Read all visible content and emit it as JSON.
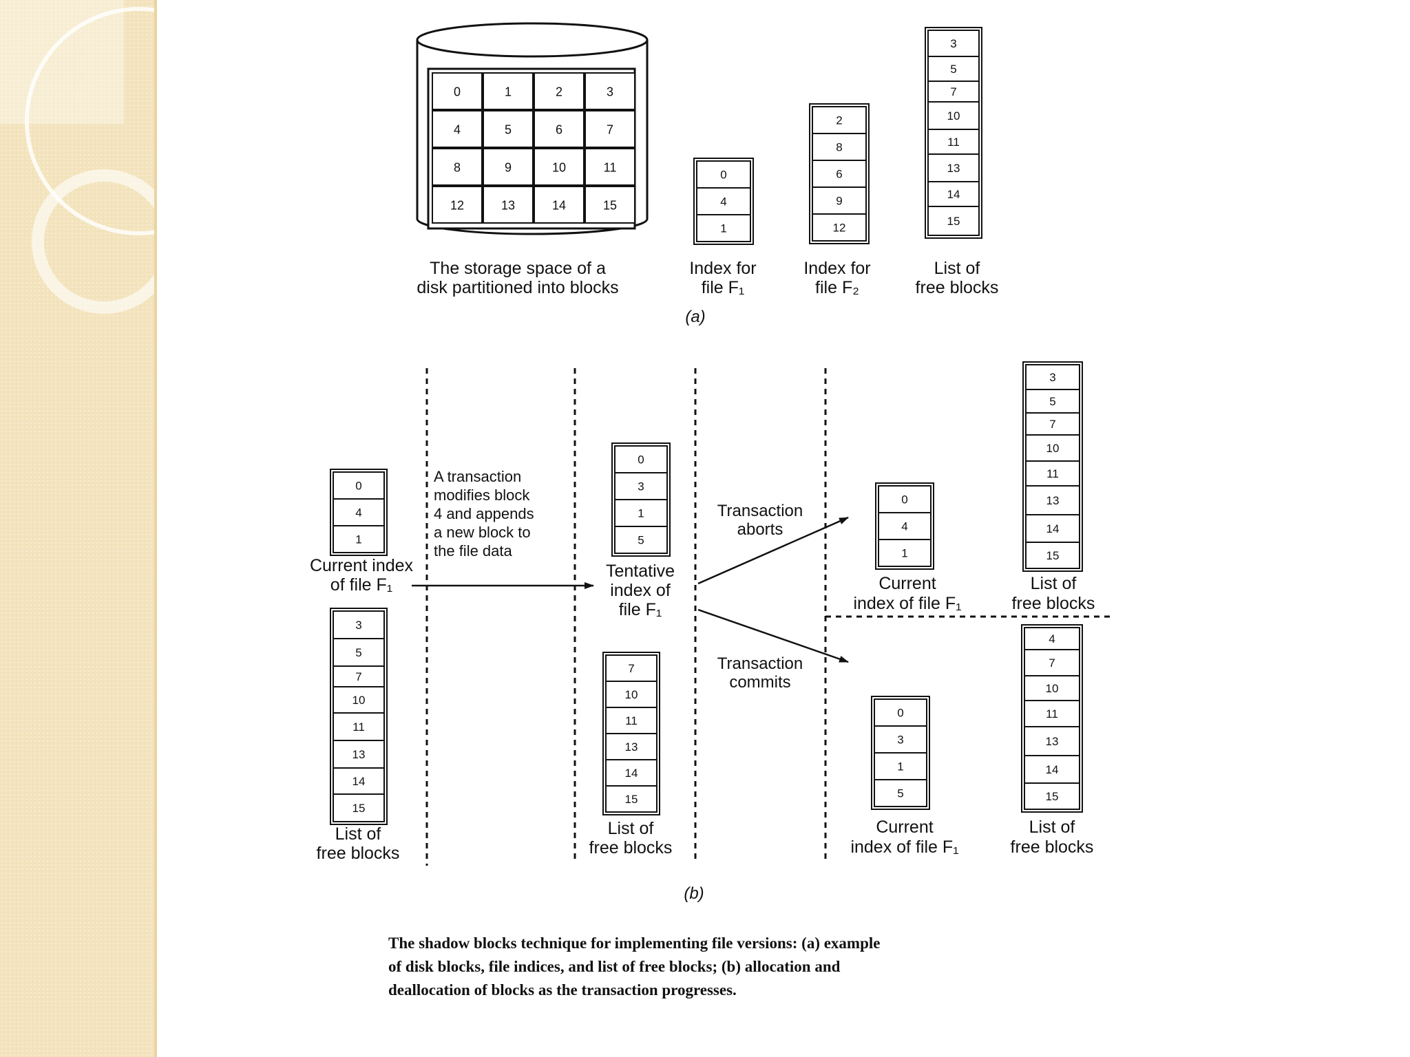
{
  "part_a": {
    "disk_blocks": [
      "0",
      "1",
      "2",
      "3",
      "4",
      "5",
      "6",
      "7",
      "8",
      "9",
      "10",
      "11",
      "12",
      "13",
      "14",
      "15"
    ],
    "index_f1": [
      "0",
      "4",
      "1"
    ],
    "index_f2": [
      "2",
      "8",
      "6",
      "9",
      "12"
    ],
    "free_list": [
      "3",
      "5",
      "7",
      "10",
      "11",
      "13",
      "14",
      "15"
    ],
    "labels": {
      "disk": [
        "The storage space of a",
        "disk partitioned into blocks"
      ],
      "index_f1": [
        "Index for",
        "file F₁"
      ],
      "index_f2": [
        "Index for",
        "file F₂"
      ],
      "free_list": [
        "List of",
        "free blocks"
      ]
    },
    "tag": "(a)"
  },
  "part_b": {
    "current_index": [
      "0",
      "4",
      "1"
    ],
    "current_index_label": [
      "Current index",
      "of file F₁"
    ],
    "free_list_1": [
      "3",
      "5",
      "7",
      "10",
      "11",
      "13",
      "14",
      "15"
    ],
    "free_list_1_label": [
      "List of",
      "free blocks"
    ],
    "transaction_note": [
      "A transaction",
      "modifies block",
      "4 and appends",
      "a new block to",
      "the file data"
    ],
    "tentative_index": [
      "0",
      "3",
      "1",
      "5"
    ],
    "tentative_label": [
      "Tentative",
      "index of",
      "file F₁"
    ],
    "free_list_2": [
      "7",
      "10",
      "11",
      "13",
      "14",
      "15"
    ],
    "free_list_2_label": [
      "List of",
      "free blocks"
    ],
    "abort_label": [
      "Transaction",
      "aborts"
    ],
    "commit_label": [
      "Transaction",
      "commits"
    ],
    "abort_index": [
      "0",
      "4",
      "1"
    ],
    "abort_index_label": [
      "Current",
      "index of file F₁"
    ],
    "abort_free": [
      "3",
      "5",
      "7",
      "10",
      "11",
      "13",
      "14",
      "15"
    ],
    "abort_free_label": [
      "List of",
      "free blocks"
    ],
    "commit_index": [
      "0",
      "3",
      "1",
      "5"
    ],
    "commit_index_label": [
      "Current",
      "index of file F₁"
    ],
    "commit_free": [
      "4",
      "7",
      "10",
      "11",
      "13",
      "14",
      "15"
    ],
    "commit_free_label": [
      "List of",
      "free blocks"
    ],
    "tag": "(b)"
  },
  "caption": [
    "The shadow blocks technique for implementing file versions: (a) example",
    "of disk blocks, file indices, and list of free blocks; (b) allocation and",
    "deallocation of blocks as the transaction progresses."
  ],
  "colors": {
    "sidebar": "#f3e3bc",
    "ink": "#111111"
  }
}
